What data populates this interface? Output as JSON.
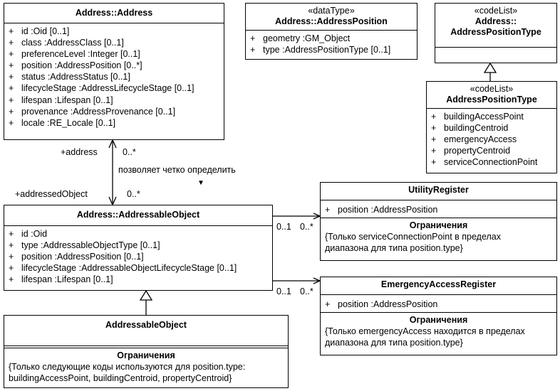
{
  "address": {
    "title": "Address::Address",
    "attributes": [
      {
        "vis": "+",
        "text": "id  :Oid [0..1]"
      },
      {
        "vis": "+",
        "text": "class  :AddressClass [0..1]"
      },
      {
        "vis": "+",
        "text": "preferenceLevel  :Integer [0..1]"
      },
      {
        "vis": "+",
        "text": "position  :AddressPosition [0..*]"
      },
      {
        "vis": "+",
        "text": "status  :AddressStatus [0..1]"
      },
      {
        "vis": "+",
        "text": "lifecycleStage  :AddressLifecycleStage [0..1]"
      },
      {
        "vis": "+",
        "text": "lifespan  :Lifespan [0..1]"
      },
      {
        "vis": "+",
        "text": "provenance  :AddressProvenance [0..1]"
      },
      {
        "vis": "+",
        "text": "locale  :RE_Locale [0..1]"
      }
    ]
  },
  "address_position": {
    "stereotype": "«dataType»",
    "title": "Address::AddressPosition",
    "attributes": [
      {
        "vis": "+",
        "text": "geometry  :GM_Object"
      },
      {
        "vis": "+",
        "text": "type  :AddressPositionType [0..1]"
      }
    ]
  },
  "codelist_parent": {
    "stereotype": "«codeList»",
    "title_line1": "Address::",
    "title_line2": "AddressPositionType"
  },
  "codelist_child": {
    "stereotype": "«codeList»",
    "title": "AddressPositionType",
    "values": [
      {
        "vis": "+",
        "text": "buildingAccessPoint"
      },
      {
        "vis": "+",
        "text": "buildingCentroid"
      },
      {
        "vis": "+",
        "text": "emergencyAccess"
      },
      {
        "vis": "+",
        "text": "propertyCentroid"
      },
      {
        "vis": "+",
        "text": "serviceConnectionPoint"
      }
    ]
  },
  "addressable_object": {
    "title": "Address::AddressableObject",
    "attributes": [
      {
        "vis": "+",
        "text": "id  :Oid"
      },
      {
        "vis": "+",
        "text": "type  :AddressableObjectType [0..1]"
      },
      {
        "vis": "+",
        "text": "position  :AddressPosition [0..1]"
      },
      {
        "vis": "+",
        "text": "lifecycleStage  :AddressableObjectLifecycleStage [0..1]"
      },
      {
        "vis": "+",
        "text": "lifespan  :Lifespan [0..1]"
      }
    ]
  },
  "addressable_object_sub": {
    "title": "AddressableObject",
    "constraints_title": "Ограничения",
    "constraints_line1": "{Только следующие коды используются для position.type:",
    "constraints_line2": "buildingAccessPoint, buildingCentroid, propertyCentroid}"
  },
  "utility_register": {
    "title": "UtilityRegister",
    "attributes": [
      {
        "vis": "+",
        "text": "position  :AddressPosition"
      }
    ],
    "constraints_title": "Ограничения",
    "constraints_line1": "{Только serviceConnectionPoint в пределах",
    "constraints_line2": "диапазона для типа position.type}"
  },
  "emergency_register": {
    "title": "EmergencyAccessRegister",
    "attributes": [
      {
        "vis": "+",
        "text": "position  :AddressPosition"
      }
    ],
    "constraints_title": "Ограничения",
    "constraints_line1": "{Только emergencyAccess находится в пределах",
    "constraints_line2": "диапазона для типа position.type}"
  },
  "association": {
    "role_address": "+address",
    "mult_address": "0..*",
    "role_object": "+addressedObject",
    "mult_object": "0..*",
    "name": "позволяет четко определить",
    "direction_glyph": "▼"
  },
  "utility_link": {
    "mult_source": "0..1",
    "mult_target": "0..*"
  },
  "emergency_link": {
    "mult_source": "0..1",
    "mult_target": "0..*"
  }
}
